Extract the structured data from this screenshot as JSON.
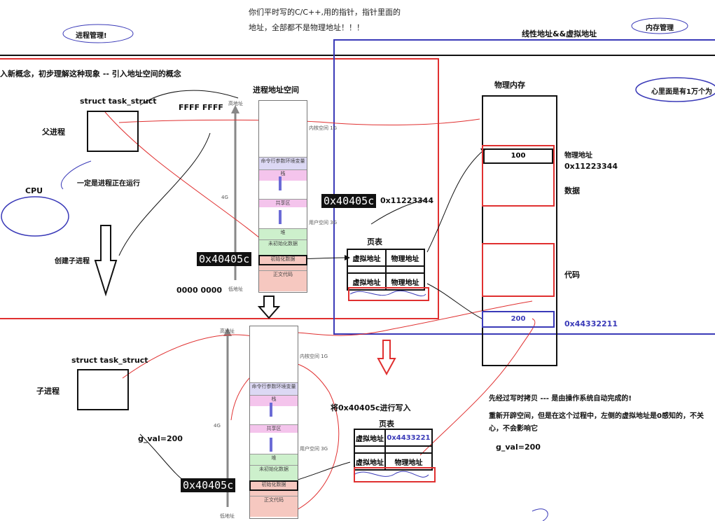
{
  "top_note_line1": "你们平时写的C/C++,用的指针，指针里面的",
  "top_note_line2": "地址，全部都不是物理地址！！！",
  "process_mgmt": "进程管理!",
  "linear_virtual": "线性地址&&虚拟地址",
  "memory_mgmt": "内存管理",
  "intro": "入新概念，初步理解这种现象 -- 引入地址空间的概念",
  "task_struct": "struct task_struct",
  "parent_process": "父进程",
  "must_running": "一定是进程正在运行",
  "cpu": "CPU",
  "create_child": "创建子进程",
  "child_process": "子进程",
  "task_struct_child": "struct task_struct",
  "g_val_child": "g_val=200",
  "addr_space_title": "进程地址空间",
  "ffff": "FFFF FFFF",
  "zero": "0000 0000",
  "high_addr": "高地址",
  "low_addr": "低地址",
  "four_g": "4G",
  "kernel_space": "内核空间 1G",
  "user_space": "用户空间 3G",
  "segments": {
    "cmdline": "命令行参数环境变量",
    "stack": "栈",
    "shared": "共享区",
    "heap": "堆",
    "uninit": "未初始化数据",
    "init": "初始化数据",
    "text": "正文代码"
  },
  "hex_virtual": "0x40405c",
  "hex_phys1": "0x11223344",
  "page_table": "页表",
  "virt_addr": "虚拟地址",
  "phys_addr": "物理地址",
  "write_note": "将0x40405c进行写入",
  "new_phys": "0x4433221",
  "phys_mem": "物理内存",
  "val100": "100",
  "val200": "200",
  "phys_label": "物理地址",
  "phys_val": "0x11223344",
  "data_label": "数据",
  "code_label": "代码",
  "phys_val2": "0x44332211",
  "ten_thousand": "心里面是有1万个为",
  "cow_note": "先经过写时拷贝 --- 是由操作系统自动完成的!",
  "reopen_line1": "重新开辟空间，但是在这个过程中，左侧的虚拟地址是0感知的，不关",
  "reopen_line2": "心，不会影响它",
  "g_val_right": "g_val=200",
  "colors": {
    "red": "#e03030",
    "blue": "#3a3ab8",
    "pink": "#f4c4ec",
    "lav": "#dcd8f4",
    "green": "#cdf0cc",
    "salmon": "#f6c8c0"
  }
}
